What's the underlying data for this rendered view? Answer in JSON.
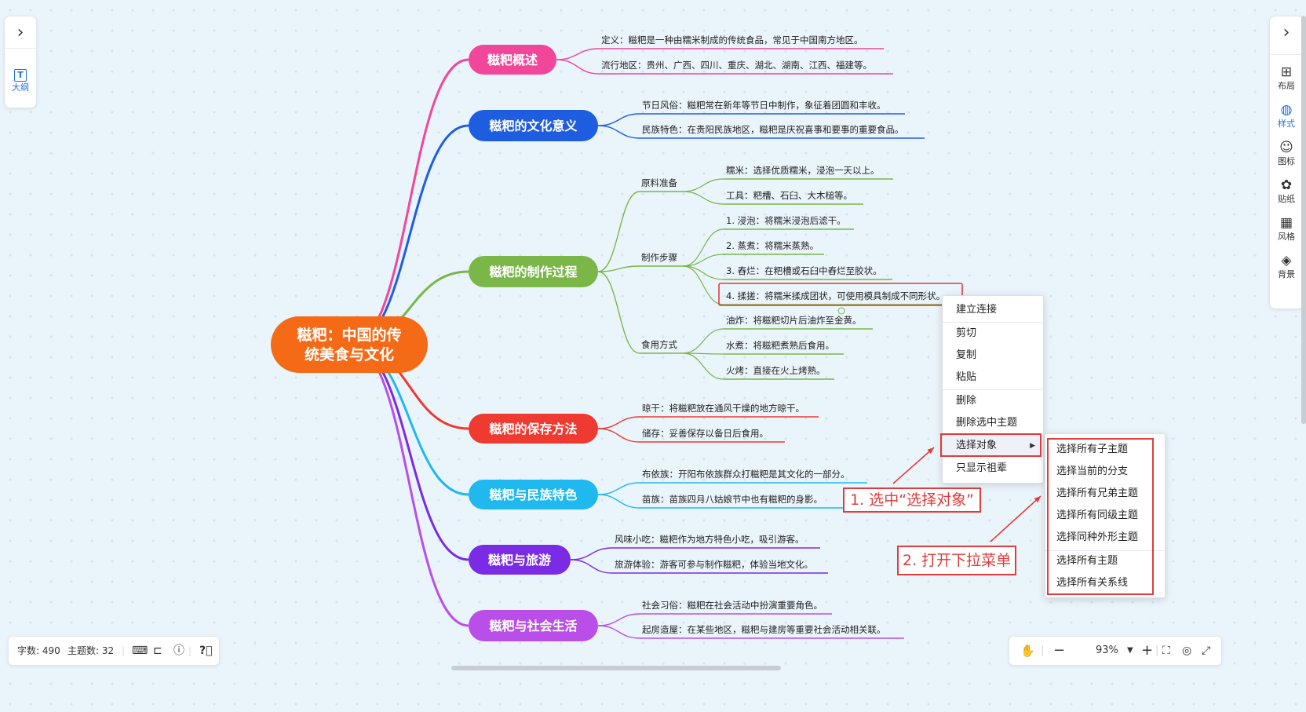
{
  "root": {
    "line1": "糍粑：中国的传",
    "line2": "统美食与文化",
    "color": "#f56a16"
  },
  "branches": [
    {
      "label": "糍粑概述",
      "color": "#f0479a",
      "items": [
        "定义：糍粑是一种由糯米制成的传统食品，常见于中国南方地区。",
        "流行地区：贵州、广西、四川、重庆、湖北、湖南、江西、福建等。"
      ]
    },
    {
      "label": "糍粑的文化意义",
      "color": "#1f5de0",
      "items": [
        "节日风俗：糍粑常在新年等节日中制作，象征着团圆和丰收。",
        "民族特色：在贵阳民族地区，糍粑是庆祝喜事和要事的重要食品。"
      ]
    },
    {
      "label": "糍粑的制作过程",
      "color": "#7ab648",
      "groups": [
        {
          "label": "原料准备",
          "items": [
            "糯米：选择优质糯米，浸泡一天以上。",
            "工具：粑槽、石臼、大木槌等。"
          ]
        },
        {
          "label": "制作步骤",
          "items": [
            "1. 浸泡：将糯米浸泡后滤干。",
            "2. 蒸煮：将糯米蒸熟。",
            "3. 舂烂：在粑槽或石臼中舂烂至胶状。",
            "4. 揉搓：将糯米揉成团状，可使用模具制成不同形状。"
          ]
        },
        {
          "label": "食用方式",
          "items": [
            "油炸：将糍粑切片后油炸至金黄。",
            "水煮：将糍粑煮熟后食用。",
            "火烤：直接在火上烤熟。"
          ]
        }
      ]
    },
    {
      "label": "糍粑的保存方法",
      "color": "#ee3a30",
      "items": [
        "晾干：将糍粑放在通风干燥的地方晾干。",
        "储存：妥善保存以备日后食用。"
      ]
    },
    {
      "label": "糍粑与民族特色",
      "color": "#1fb8ef",
      "items": [
        "布依族：开阳布依族群众打糍粑是其文化的一部分。",
        "苗族：苗族四月八姑娘节中也有糍粑的身影。"
      ]
    },
    {
      "label": "糍粑与旅游",
      "color": "#7a2be3",
      "items": [
        "风味小吃：糍粑作为地方特色小吃，吸引游客。",
        "旅游体验：游客可参与制作糍粑，体验当地文化。"
      ]
    },
    {
      "label": "糍粑与社会生活",
      "color": "#b94ee8",
      "items": [
        "社会习俗：糍粑在社会活动中扮演重要角色。",
        "起房造屋：在某些地区，糍粑与建房等重要社会活动相关联。"
      ]
    }
  ],
  "left_panel": {
    "outline_label": "大纲"
  },
  "right_panel": {
    "tools": [
      {
        "label": "布局",
        "icon": "layout-icon"
      },
      {
        "label": "样式",
        "icon": "palette-icon"
      },
      {
        "label": "图标",
        "icon": "smiley-icon"
      },
      {
        "label": "贴纸",
        "icon": "sticker-icon"
      },
      {
        "label": "风格",
        "icon": "grid-icon"
      },
      {
        "label": "背景",
        "icon": "layers-icon"
      }
    ]
  },
  "context_menu": {
    "items": [
      "建立连接",
      "剪切",
      "复制",
      "粘贴",
      "删除",
      "删除选中主题",
      "选择对象",
      "只显示祖辈"
    ],
    "submenu": [
      "选择所有子主题",
      "选择当前的分支",
      "选择所有兄弟主题",
      "选择所有同级主题",
      "选择同种外形主题",
      "选择所有主题",
      "选择所有关系线"
    ]
  },
  "callouts": {
    "step1": "1. 选中“选择对象”",
    "step2": "2. 打开下拉菜单"
  },
  "status_bar": {
    "word_count": "字数: 490",
    "topic_count": "主题数: 32"
  },
  "zoom": {
    "value": "93%"
  },
  "colors": {
    "accent": "#1f6fe5",
    "annotation": "#e23b3b"
  }
}
